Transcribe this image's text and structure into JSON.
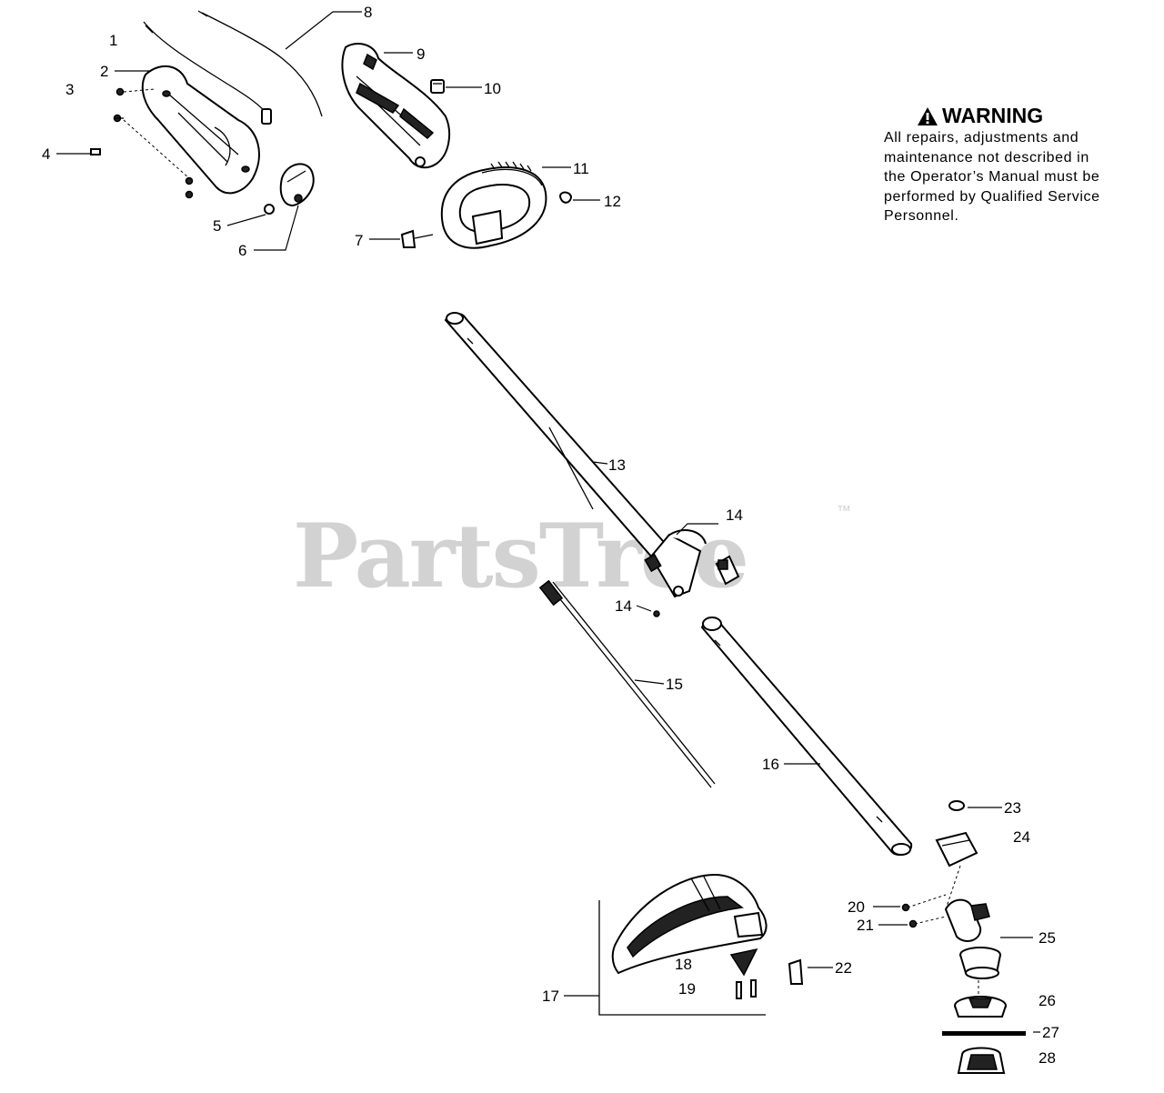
{
  "warning": {
    "icon": "warning-triangle-icon",
    "title": "WARNING",
    "lines": [
      "All repairs, adjustments and",
      "maintenance not described in",
      "the Operator’s Manual must be",
      "performed by Qualified Service",
      "Personnel."
    ]
  },
  "watermark": {
    "brand": "PartsTree",
    "trademark": "™"
  },
  "callouts": [
    "1",
    "2",
    "3",
    "4",
    "5",
    "6",
    "7",
    "8",
    "9",
    "10",
    "11",
    "12",
    "13",
    "14",
    "14",
    "15",
    "16",
    "17",
    "18",
    "19",
    "20",
    "21",
    "22",
    "23",
    "24",
    "25",
    "26",
    "27",
    "28"
  ]
}
